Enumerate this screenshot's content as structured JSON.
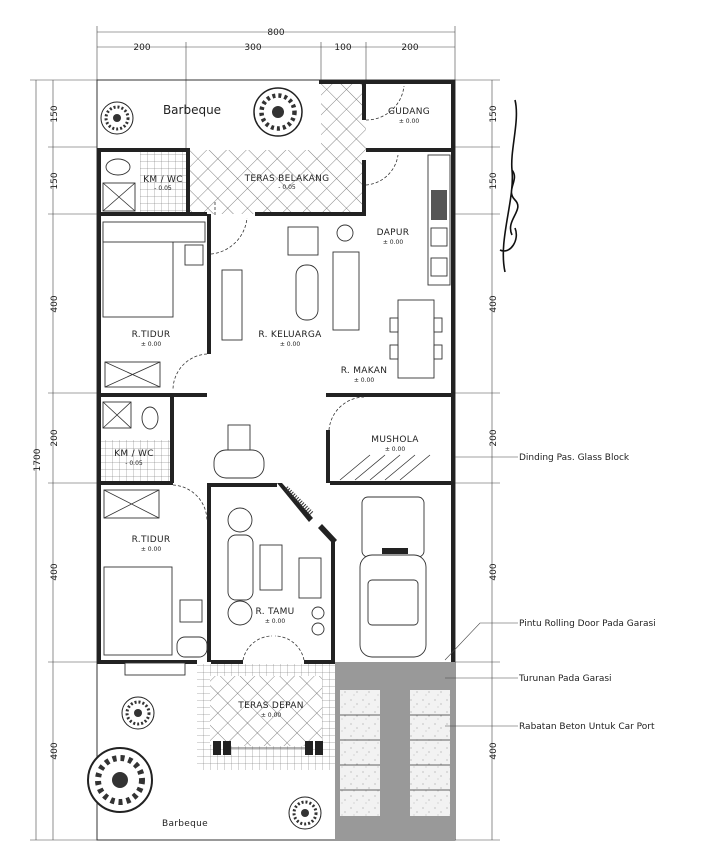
{
  "dimensions": {
    "top_total": "800",
    "top_segments": [
      "200",
      "300",
      "100",
      "200"
    ],
    "left_total": "1700",
    "left_segments": [
      "150",
      "150",
      "400",
      "200",
      "400",
      "400"
    ],
    "right_segments": [
      "150",
      "150",
      "400",
      "200",
      "400",
      "400"
    ]
  },
  "rooms": {
    "barbeque_top": {
      "name": "Barbeque"
    },
    "gudang": {
      "name": "GUDANG",
      "level": "± 0.00"
    },
    "km_wc_top": {
      "name": "KM / WC",
      "level": "- 0.05"
    },
    "teras_belakang": {
      "name": "TERAS BELAKANG",
      "level": "- 0.05"
    },
    "dapur": {
      "name": "DAPUR",
      "level": "± 0.00"
    },
    "r_tidur_top": {
      "name": "R.TIDUR",
      "level": "± 0.00"
    },
    "r_keluarga": {
      "name": "R. KELUARGA",
      "level": "± 0.00"
    },
    "r_makan": {
      "name": "R. MAKAN",
      "level": "± 0.00"
    },
    "mushola": {
      "name": "MUSHOLA",
      "level": "± 0.00"
    },
    "km_wc_bottom": {
      "name": "KM / WC",
      "level": "- 0.05"
    },
    "r_tidur_bottom": {
      "name": "R.TIDUR",
      "level": "± 0.00"
    },
    "r_tamu": {
      "name": "R. TAMU",
      "level": "± 0.00"
    },
    "teras_depan": {
      "name": "TERAS DEPAN",
      "level": "± 0.00"
    },
    "barbeque_bottom": {
      "name": "Barbeque"
    }
  },
  "annotations": [
    "Dinding Pas. Glass Block",
    "Pintu Rolling Door Pada Garasi",
    "Turunan Pada Garasi",
    "Rabatan Beton Untuk Car Port"
  ],
  "signature": "Amiruddin Gunawan"
}
